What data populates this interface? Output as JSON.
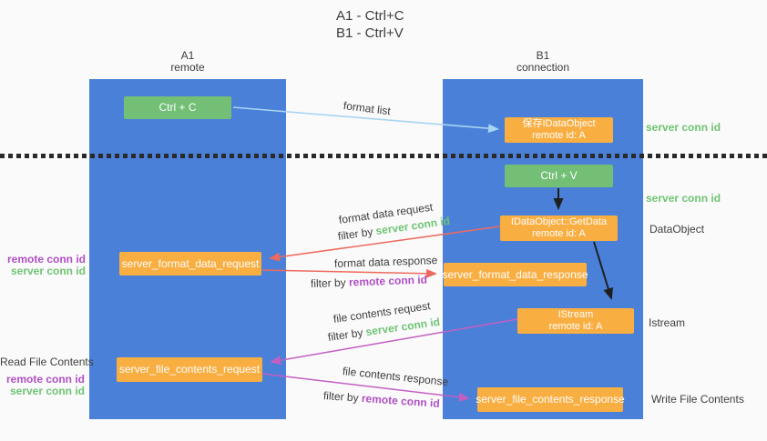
{
  "title": {
    "line1": "A1 - Ctrl+C",
    "line2": "B1 - Ctrl+V"
  },
  "lanes": {
    "a": {
      "name": "A1",
      "role": "remote"
    },
    "b": {
      "name": "B1",
      "role": "connection"
    }
  },
  "nodes": {
    "ctrl_c": {
      "label": "Ctrl + C"
    },
    "save_dataobject": {
      "line1": "保存IDataObject",
      "line2": "remote id: A"
    },
    "ctrl_v": {
      "label": "Ctrl + V"
    },
    "getdata": {
      "line1": "IDataObject::GetData",
      "line2": "remote id: A"
    },
    "format_request": {
      "label": "server_format_data_request"
    },
    "format_response": {
      "label": "server_format_data_response"
    },
    "istream": {
      "line1": "IStream",
      "line2": "remote id: A"
    },
    "file_request": {
      "label": "server_file_contents_request"
    },
    "file_response": {
      "label": "server_file_contents_response"
    }
  },
  "left_labels": {
    "format_remote_conn": "remote conn id",
    "format_server_conn": "server conn id",
    "read_file_contents": "Read File Contents",
    "file_remote_conn": "remote conn id",
    "file_server_conn": "server conn id"
  },
  "right_labels": {
    "server_conn_top": "server conn id",
    "server_conn_mid": "server conn id",
    "dataobject": "DataObject",
    "istream": "Istream",
    "write_file_contents": "Write File Contents"
  },
  "flow_labels": {
    "format_list": "format list",
    "format_request": "format data request",
    "format_request_filter": {
      "prefix": "filter by ",
      "value": "server conn id"
    },
    "format_response": "format data response",
    "format_response_filter": {
      "prefix": "filter by ",
      "value": "remote conn id"
    },
    "file_request": "file contents request",
    "file_request_filter": {
      "prefix": "filter by ",
      "value": "server conn id"
    },
    "file_response": "file contents response",
    "file_response_filter": {
      "prefix": "filter by ",
      "value": "remote conn id"
    }
  },
  "colors": {
    "lane_blue": "#4a80d8",
    "green_box": "#72bf75",
    "orange_box": "#f9ae42",
    "green_text": "#6ec473",
    "purple_text": "#b04fc4",
    "red_arrow": "#ed6a5e",
    "purple_arrow": "#c35fc3",
    "light_blue_arrow": "#a9d4f3",
    "black_arrow": "#1f1f1f",
    "background": "#fafafa"
  }
}
